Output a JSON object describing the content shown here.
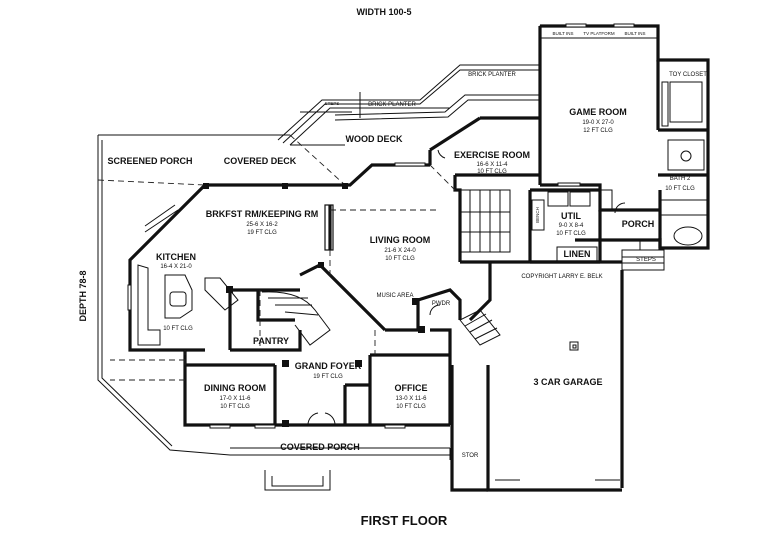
{
  "header": {
    "width_label": "WIDTH 100-5"
  },
  "side": {
    "depth_label": "DEPTH 78-8"
  },
  "footer": {
    "title": "FIRST FLOOR"
  },
  "copyright": "COPYRIGHT LARRY E. BELK",
  "tv": {
    "built_ins_left": "BUILT INS",
    "tv_platform": "TV PLATFORM",
    "built_ins_right": "BUILT INS"
  },
  "labels": {
    "brick_planter_upper": "BRICK PLANTER",
    "brick_planter_lower": "BRICK PLANTER",
    "steps_deck": "STEPS",
    "steps_porch": "STEPS",
    "wood_deck": "WOOD DECK",
    "music_area": "MUSIC AREA",
    "stor": "STOR",
    "bench": "BENCH",
    "toy_closet": "TOY CLOSET"
  },
  "rooms": [
    {
      "key": "game",
      "name": "GAME ROOM",
      "dims": "19-0 X 27-0",
      "clg": "12 FT CLG"
    },
    {
      "key": "exercise",
      "name": "EXERCISE ROOM",
      "dims": "16-6 X 11-4",
      "clg": "10 FT CLG"
    },
    {
      "key": "screened",
      "name": "SCREENED PORCH",
      "dims": "",
      "clg": ""
    },
    {
      "key": "covered_deck",
      "name": "COVERED DECK",
      "dims": "",
      "clg": ""
    },
    {
      "key": "brkfst",
      "name": "BRKFST RM/KEEPING RM",
      "dims": "25-6 X 16-2",
      "clg": "19 FT CLG"
    },
    {
      "key": "kitchen",
      "name": "KITCHEN",
      "dims": "16-4 X 21-0",
      "clg": "10 FT CLG"
    },
    {
      "key": "living",
      "name": "LIVING ROOM",
      "dims": "21-6 X 24-0",
      "clg": "10 FT CLG"
    },
    {
      "key": "util",
      "name": "UTIL",
      "dims": "9-0 X 8-4",
      "clg": "10 FT CLG"
    },
    {
      "key": "bath2",
      "name": "BATH 2",
      "dims": "",
      "clg": "10 FT CLG"
    },
    {
      "key": "porch_side",
      "name": "PORCH",
      "dims": "",
      "clg": ""
    },
    {
      "key": "linen",
      "name": "LINEN",
      "dims": "",
      "clg": ""
    },
    {
      "key": "pwdr",
      "name": "PWDR",
      "dims": "",
      "clg": ""
    },
    {
      "key": "pantry",
      "name": "PANTRY",
      "dims": "",
      "clg": ""
    },
    {
      "key": "foyer",
      "name": "GRAND FOYER",
      "dims": "",
      "clg": "19 FT CLG"
    },
    {
      "key": "dining",
      "name": "DINING ROOM",
      "dims": "17-0 X 11-6",
      "clg": "10 FT CLG"
    },
    {
      "key": "office",
      "name": "OFFICE",
      "dims": "13-0 X 11-6",
      "clg": "10 FT CLG"
    },
    {
      "key": "garage",
      "name": "3 CAR GARAGE",
      "dims": "",
      "clg": ""
    },
    {
      "key": "covered_porch",
      "name": "COVERED PORCH",
      "dims": "",
      "clg": ""
    }
  ]
}
